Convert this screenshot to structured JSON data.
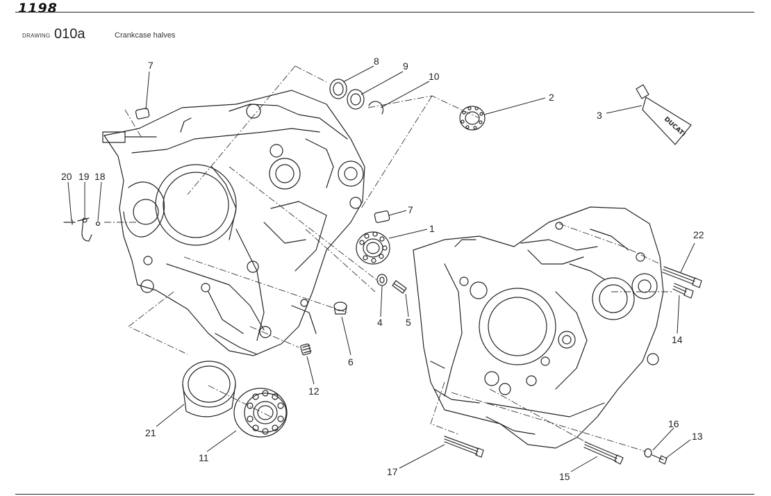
{
  "header": {
    "model_logo": "1198",
    "drawing_label": "DRAWING",
    "drawing_code": "010a",
    "drawing_title": "Crankcase halves"
  },
  "callouts": {
    "n1": "1",
    "n2": "2",
    "n3": "3",
    "n4": "4",
    "n5": "5",
    "n6": "6",
    "n7a": "7",
    "n7b": "7",
    "n8": "8",
    "n9": "9",
    "n10": "10",
    "n11": "11",
    "n12": "12",
    "n13": "13",
    "n14": "14",
    "n15": "15",
    "n16": "16",
    "n17": "17",
    "n18": "18",
    "n19": "19",
    "n20": "20",
    "n21": "21",
    "n22": "22"
  },
  "sealant_tube_brand": "DUCATI",
  "colors": {
    "line": "#222222",
    "background": "#ffffff"
  }
}
